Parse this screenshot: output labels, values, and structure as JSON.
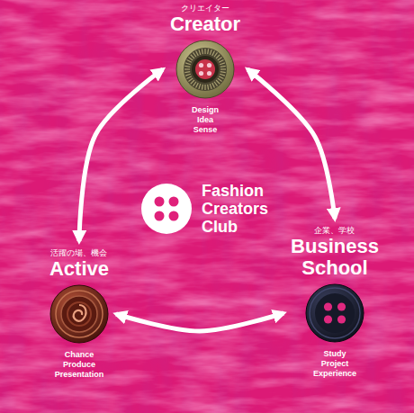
{
  "diagram": {
    "nodes": [
      {
        "text": [
          "クリエイター",
          "Creator",
          "Design Idea Sense"
        ]
      },
      {
        "text": [
          "Fashion Creators Club"
        ]
      },
      {
        "text": [
          "企業、学校",
          "Business School",
          "Study Project Experience"
        ]
      },
      {
        "text": [
          "活躍の場、機会",
          "Active",
          "Chance Produce Presentation"
        ]
      }
    ],
    "edges": [
      {
        "from": 0,
        "to": 2,
        "arrow": "both"
      },
      {
        "from": 2,
        "to": 3,
        "arrow": "both"
      },
      {
        "from": 3,
        "to": 0,
        "arrow": "both"
      }
    ]
  }
}
